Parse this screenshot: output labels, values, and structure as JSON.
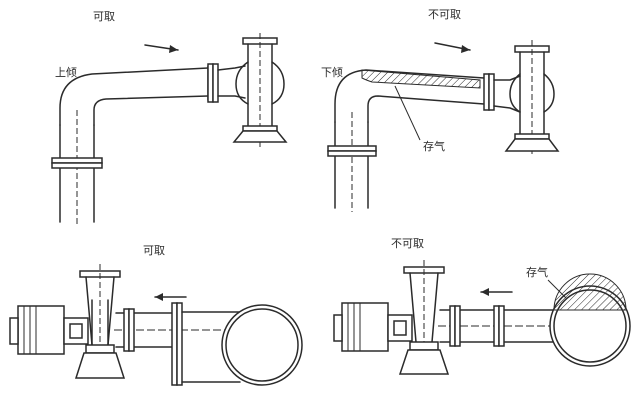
{
  "panels": {
    "top_left": {
      "verdict": "可取",
      "slope_label": "上倾"
    },
    "top_right": {
      "verdict": "不可取",
      "slope_label": "下倾",
      "air_label": "存气"
    },
    "bottom_left": {
      "verdict": "可取"
    },
    "bottom_right": {
      "verdict": "不可取",
      "air_label": "存气"
    }
  },
  "colors": {
    "line": "#2b2b2b",
    "background": "#ffffff"
  }
}
